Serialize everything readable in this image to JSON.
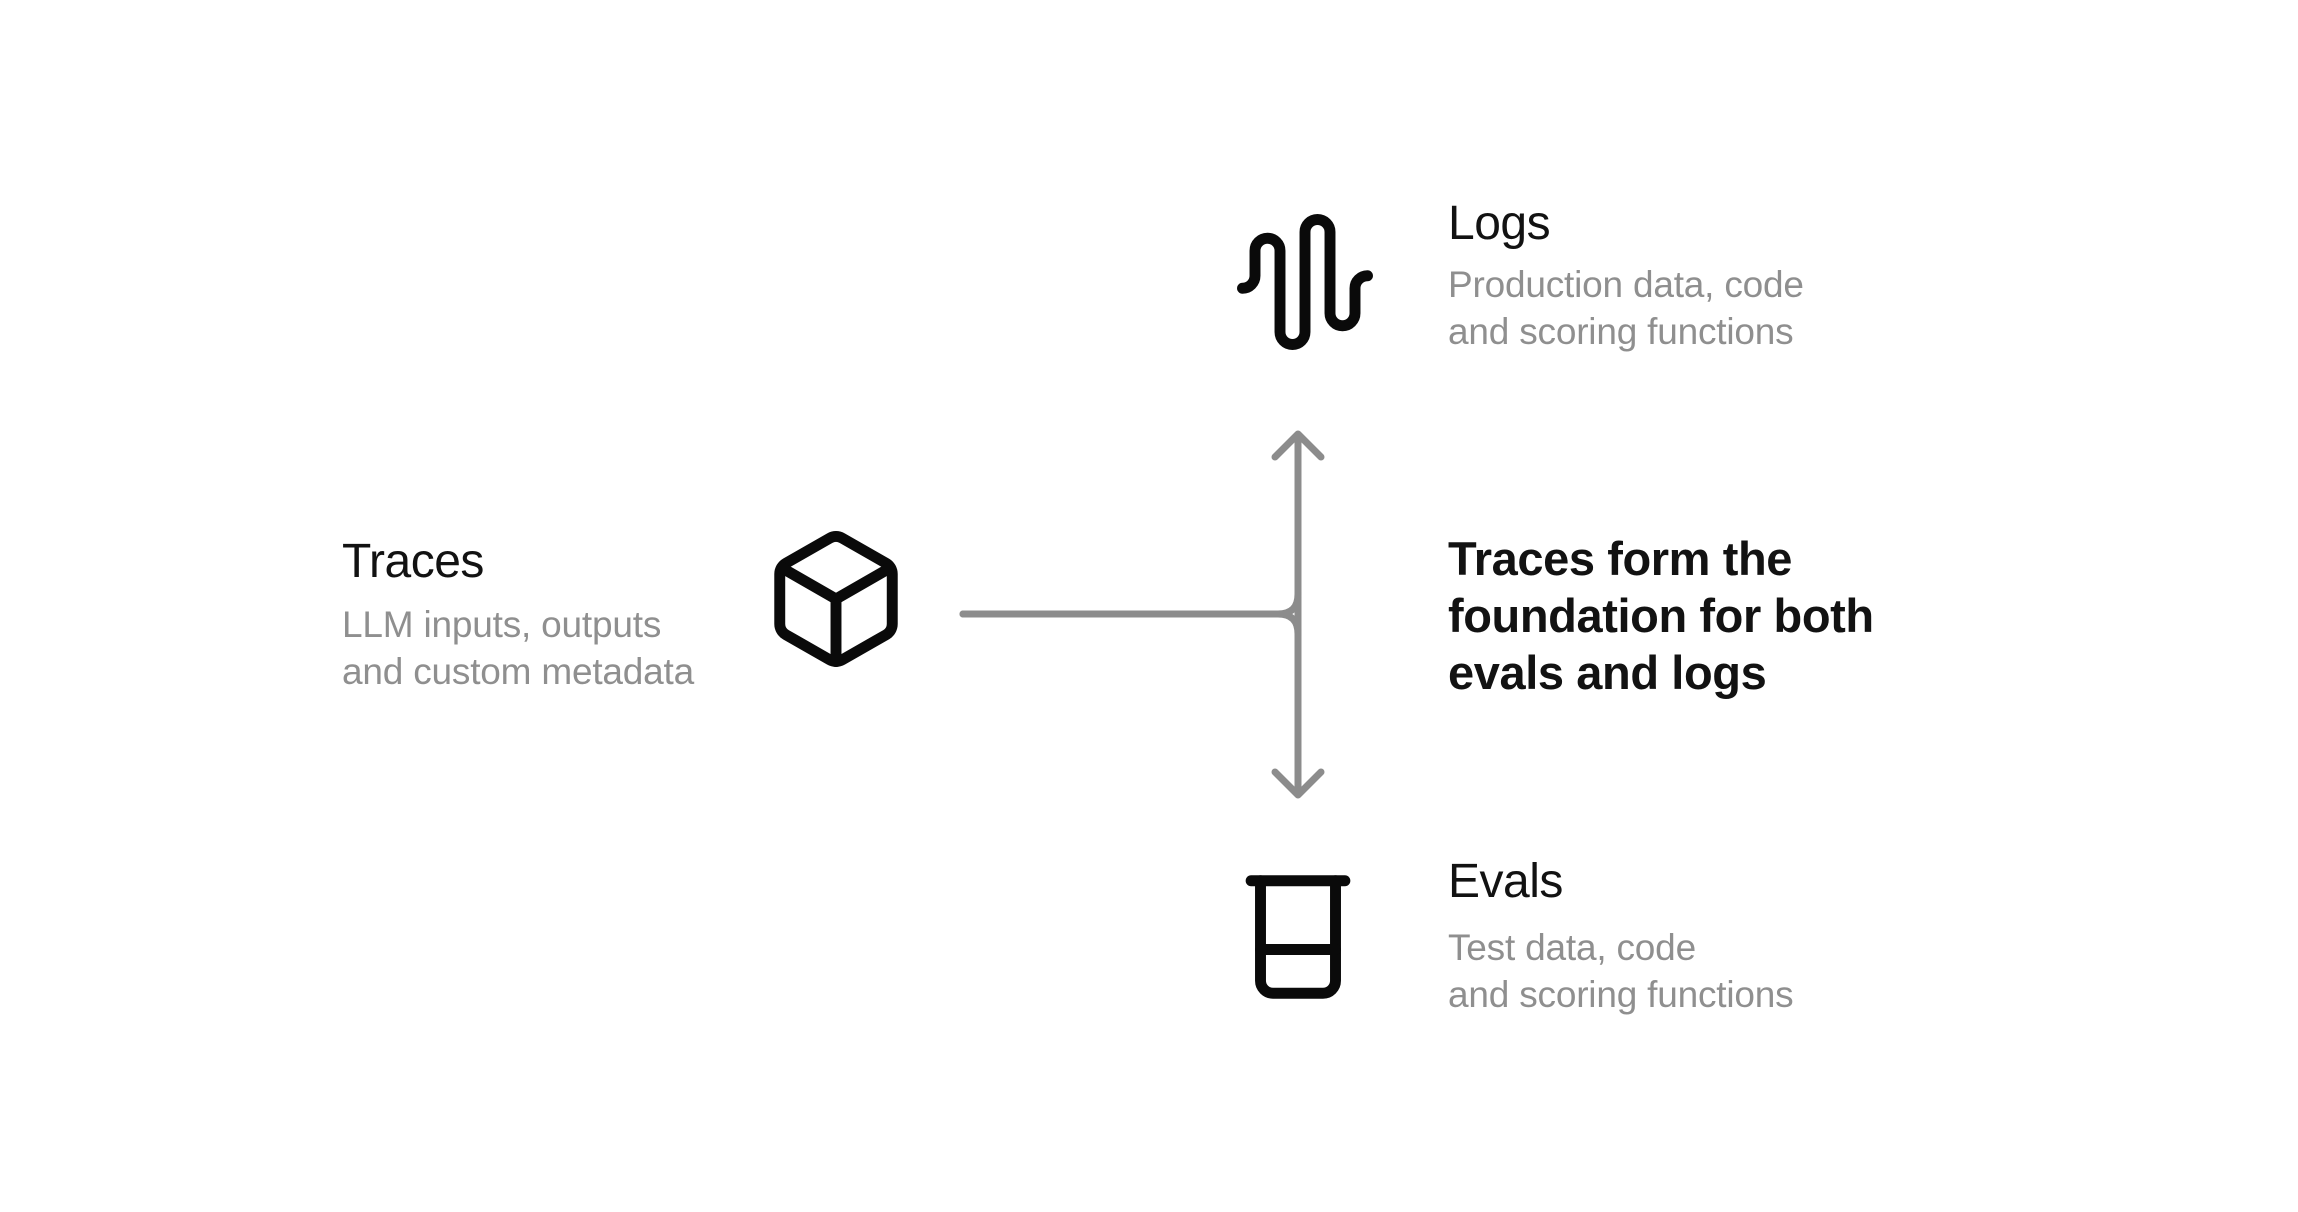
{
  "colors": {
    "background": "#ffffff",
    "heading": "#121212",
    "subtitle": "#8f8f8f",
    "arrow": "#8c8c8c",
    "icon": "#0a0a0a"
  },
  "traces": {
    "title": "Traces",
    "subtitle": [
      "LLM inputs, outputs",
      "and custom metadata"
    ],
    "icon": "box-icon"
  },
  "logs": {
    "title": "Logs",
    "subtitle": [
      "Production data, code",
      "and scoring functions"
    ],
    "icon": "audio-waveform-icon"
  },
  "evals": {
    "title": "Evals",
    "subtitle": [
      "Test data, code",
      "and scoring functions"
    ],
    "icon": "beaker-icon"
  },
  "callout": {
    "lines": [
      "Traces form the",
      "foundation for both",
      "evals and logs"
    ]
  }
}
